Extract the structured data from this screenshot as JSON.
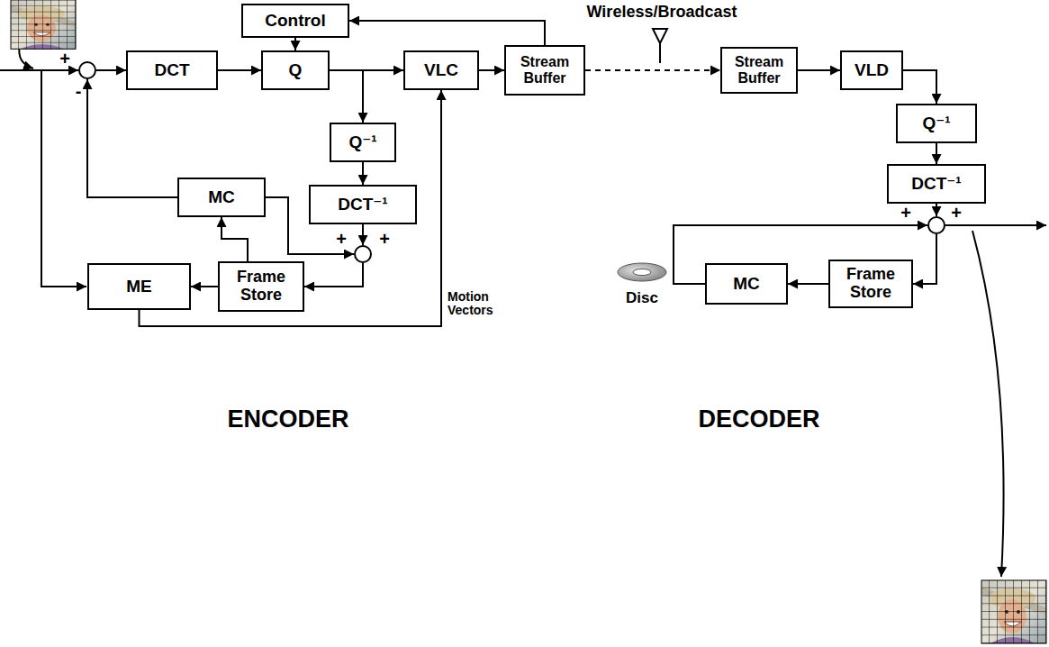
{
  "diagram": {
    "nodes": [
      {
        "text": [
          "Control"
        ]
      },
      {
        "text": [
          "+",
          "-"
        ]
      },
      {
        "text": [
          "DCT"
        ]
      },
      {
        "text": [
          "Q"
        ]
      },
      {
        "text": [
          "VLC"
        ]
      },
      {
        "text": [
          "Stream Buffer"
        ]
      },
      {
        "text": [
          "Stream Buffer"
        ]
      },
      {
        "text": [
          "VLD"
        ]
      },
      {
        "text": [
          "Q⁻¹"
        ]
      },
      {
        "text": [
          "Q⁻¹"
        ]
      },
      {
        "text": [
          "MC"
        ]
      },
      {
        "text": [
          "DCT⁻¹"
        ]
      },
      {
        "text": [
          "DCT⁻¹"
        ]
      },
      {
        "text": [
          "+",
          "+"
        ]
      },
      {
        "text": [
          "+",
          "+"
        ]
      },
      {
        "text": [
          "ME"
        ]
      },
      {
        "text": [
          "Frame Store"
        ]
      },
      {
        "text": [
          "MC"
        ]
      },
      {
        "text": [
          "Frame Store"
        ]
      }
    ],
    "edges": [
      {
        "from": 1,
        "to": 2,
        "arrow": "to"
      },
      {
        "from": 2,
        "to": 3,
        "arrow": "to"
      },
      {
        "from": 0,
        "to": 3,
        "arrow": "to"
      },
      {
        "from": 3,
        "to": 4,
        "arrow": "to"
      },
      {
        "from": 4,
        "to": 5,
        "arrow": "to"
      },
      {
        "from": 5,
        "to": 0,
        "arrow": "to"
      },
      {
        "from": 3,
        "to": 8,
        "arrow": "to"
      },
      {
        "from": 8,
        "to": 11,
        "arrow": "to"
      },
      {
        "from": 11,
        "to": 13,
        "arrow": "to"
      },
      {
        "from": 10,
        "to": 13,
        "arrow": "to"
      },
      {
        "from": 13,
        "to": 16,
        "arrow": "to"
      },
      {
        "from": 16,
        "to": 15,
        "arrow": "to"
      },
      {
        "from": 16,
        "to": 10,
        "arrow": "to"
      },
      {
        "from": 10,
        "to": 1,
        "arrow": "to"
      },
      {
        "from": 15,
        "to": 4,
        "label": "Motion Vectors",
        "arrow": "to"
      },
      {
        "from": 5,
        "to": 6,
        "arrow": "to"
      },
      {
        "from": 6,
        "to": 7,
        "arrow": "to"
      },
      {
        "from": 7,
        "to": 9,
        "arrow": "to"
      },
      {
        "from": 9,
        "to": 12,
        "arrow": "to"
      },
      {
        "from": 12,
        "to": 14,
        "arrow": "to"
      },
      {
        "from": 14,
        "to": 18,
        "arrow": "to"
      },
      {
        "from": 18,
        "to": 17,
        "arrow": "to"
      },
      {
        "from": 17,
        "to": 14,
        "arrow": "to"
      }
    ],
    "labels": [
      "Wireless/Broadcast",
      "Disc",
      "ENCODER",
      "DECODER"
    ]
  }
}
